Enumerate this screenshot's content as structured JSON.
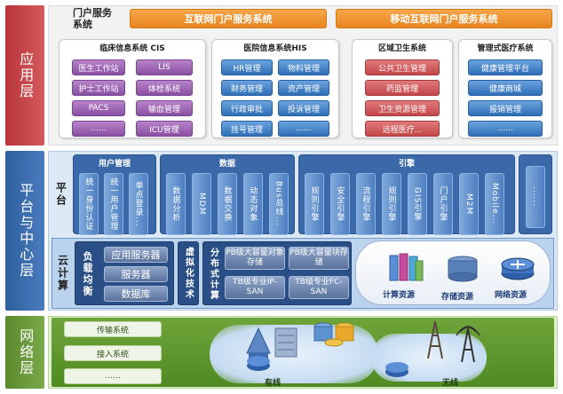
{
  "tiers": {
    "application": "应用层",
    "platform": "平台与中心层",
    "network": "网络层"
  },
  "app": {
    "portal_title": "门户服务系统",
    "banner_left": "互联网门户服务系统",
    "banner_right": "移动互联网门户服务系统",
    "cis": {
      "title": "临床信息系统 CIS",
      "left": [
        "医生工作站",
        "护士工作站",
        "PACS",
        "......"
      ],
      "right": [
        "LIS",
        "体检系统",
        "输血管理",
        "ICU管理"
      ]
    },
    "his": {
      "title": "医院信息系统HIS",
      "left": [
        "HR管理",
        "财务管理",
        "行政审批",
        "挂号管理"
      ],
      "right": [
        "物料管理",
        "资产管理",
        "投诉管理",
        "......"
      ]
    },
    "regional": {
      "title": "区域卫生系统",
      "items": [
        "公共卫生管理",
        "药监管理",
        "卫生资源管理",
        "远程医疗..."
      ]
    },
    "managed": {
      "title": "管理式医疗系统",
      "items": [
        "健康管理平台",
        "健康商城",
        "报销管理",
        "......"
      ]
    }
  },
  "platform": {
    "tag": "平台",
    "user_mgmt": {
      "title": "用户管理",
      "items": [
        "统一身份认证",
        "统一用户管理",
        "单点登录..."
      ]
    },
    "data": {
      "title": "数据",
      "items": [
        "数据分析",
        "MDM",
        "数据交换",
        "动态对象",
        "Bus总线..."
      ]
    },
    "engine": {
      "title": "引擎",
      "items": [
        "规则引擎",
        "安全引擎",
        "流程引擎",
        "规则引擎",
        "GIS引擎",
        "门户引擎",
        "M2M",
        "Mobile..."
      ]
    },
    "more": "......"
  },
  "cloud": {
    "tag": "云计算",
    "load_balance": "负载均衡",
    "servers": [
      "应用服务器",
      "服务器",
      "数据库"
    ],
    "virtualization": "虚拟化技术",
    "distributed": "分布式计算",
    "storage": [
      "PB级大容量对象存储",
      "PB级大容量块存储",
      "TB级专业IP-SAN",
      "TB级专业FC-SAN"
    ],
    "resources": [
      "计算资源",
      "存储资源",
      "网络资源"
    ]
  },
  "network": {
    "items": [
      "传输系统",
      "接入系统",
      "......"
    ],
    "wired": "有线",
    "wireless": "无线"
  },
  "colors": {
    "app_tier": "#c0393c",
    "platform_tier": "#2d5f9c",
    "network_tier": "#5a8a2c",
    "orange": "#ee8c2a"
  }
}
